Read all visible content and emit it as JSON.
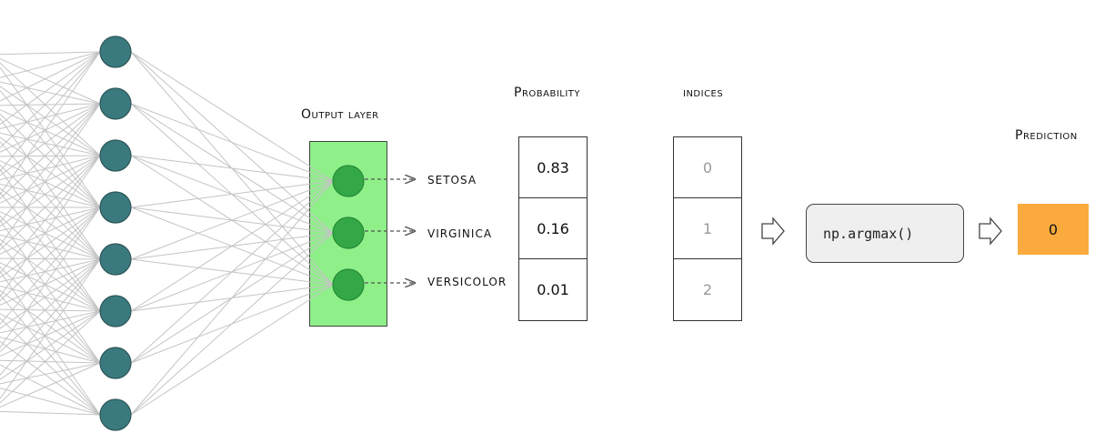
{
  "titles": {
    "output_layer": "Output layer",
    "probability": "Probability",
    "indices": "indices",
    "prediction": "Prediction"
  },
  "classes": [
    "SETOSA",
    "VIRGINICA",
    "VERSICOLOR"
  ],
  "probabilities": [
    "0.83",
    "0.16",
    "0.01"
  ],
  "indices": [
    "0",
    "1",
    "2"
  ],
  "function": "np.argmax()",
  "prediction": "0",
  "colors": {
    "hidden_node": "#3a7a7e",
    "output_node": "#34a846",
    "output_layer_fill": "#8ff08a",
    "prediction_fill": "#fbab3d",
    "edge": "#c4c4c4"
  }
}
